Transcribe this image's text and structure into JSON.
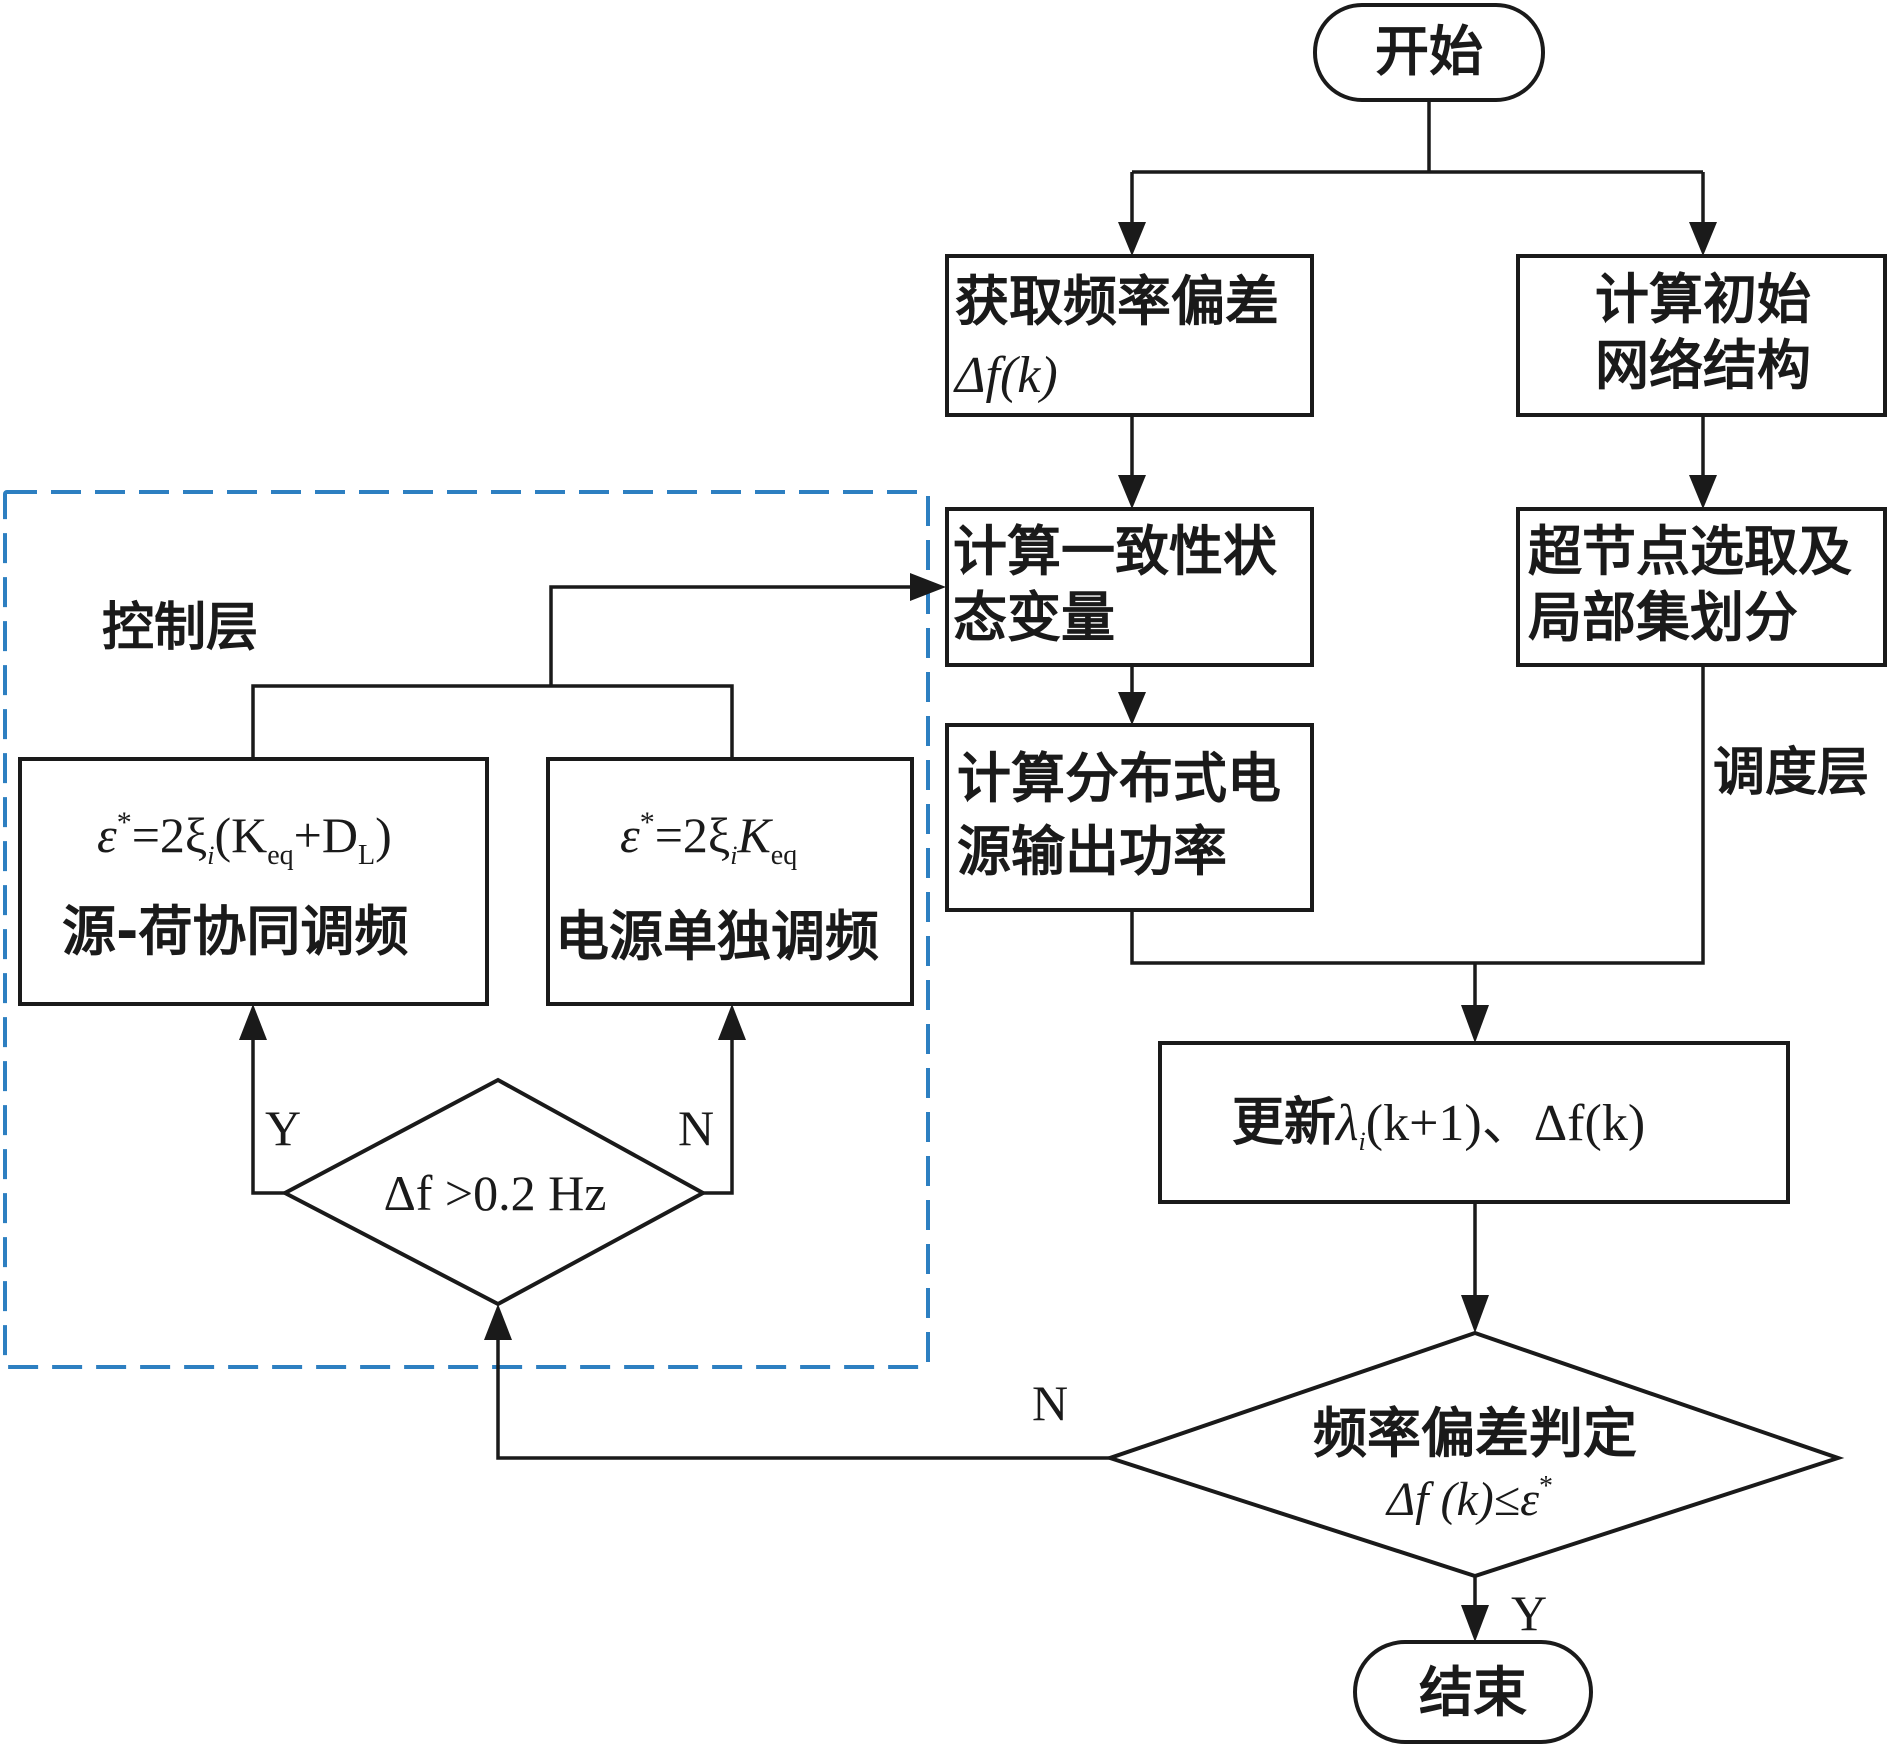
{
  "nodes": {
    "start": "开始",
    "end": "结束",
    "get_deviation": {
      "line1": "获取频率偏差",
      "line2": "Δf(k)"
    },
    "init_network": {
      "line1": "计算初始",
      "line2": "网络结构"
    },
    "consensus": {
      "line1": "计算一致性状",
      "line2": "态变量"
    },
    "supernode": {
      "line1": "超节点选取及",
      "line2": "局部集划分"
    },
    "dg_power": {
      "line1": "计算分布式电",
      "line2": "源输出功率"
    },
    "update": {
      "prefix": "更新",
      "lambda": "λ",
      "sub_i": "i",
      "suffix": "(k+1)、Δf(k)"
    },
    "judge": {
      "line1": "频率偏差判定",
      "line2": "Δf (k)≤ε",
      "sup": "*"
    },
    "source_load": {
      "formula_a": "ε",
      "formula_sup": "*",
      "formula_b": "=2ξ",
      "formula_sub_i": "i",
      "formula_c": "(K",
      "formula_sub_eq": "eq",
      "formula_d": "+D",
      "formula_sub_L": "L",
      "formula_e": ")",
      "label": "源-荷协同调频"
    },
    "source_only": {
      "formula_a": "ε",
      "formula_sup": "*",
      "formula_b": "=2ξ",
      "formula_sub_i": "i",
      "formula_c": "K",
      "formula_sub_eq": "eq",
      "label": "电源单独调频"
    },
    "threshold": "Δf >0.2 Hz"
  },
  "labels": {
    "control_layer": "控制层",
    "dispatch_layer": "调度层",
    "yes": "Y",
    "no": "N"
  },
  "colors": {
    "line": "#1a1a1a",
    "dashed_frame": "#2d7fc1"
  }
}
